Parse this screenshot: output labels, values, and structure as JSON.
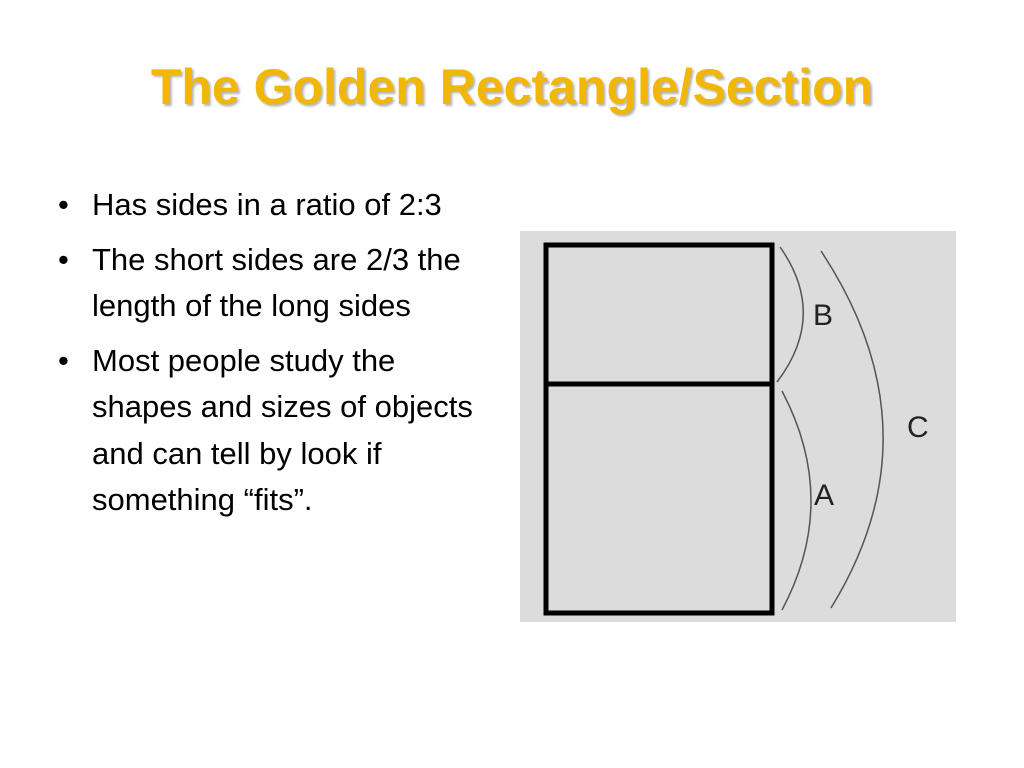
{
  "slide": {
    "title": "The Golden Rectangle/Section",
    "title_color": "#f2b705",
    "bullets": [
      "Has sides in a ratio of 2:3",
      "The short sides are 2/3 the length of the long sides",
      "Most people study the shapes and sizes of objects and can tell by look if something “fits”."
    ]
  },
  "figure": {
    "labels": {
      "b": "B",
      "c": "C",
      "a": "A"
    },
    "background": "#dcdcdc"
  }
}
